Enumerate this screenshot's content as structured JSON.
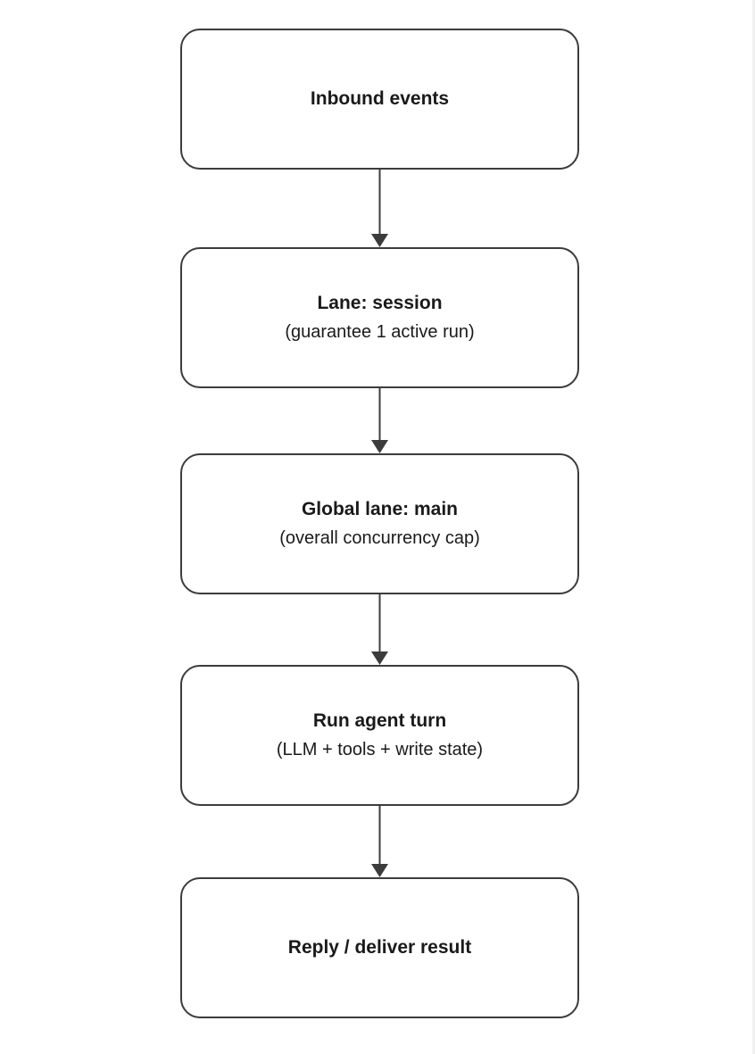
{
  "nodes": [
    {
      "title": "Inbound events",
      "subtitle": ""
    },
    {
      "title": "Lane: session",
      "subtitle": "(guarantee 1 active run)"
    },
    {
      "title": "Global lane: main",
      "subtitle": "(overall concurrency cap)"
    },
    {
      "title": "Run agent turn",
      "subtitle": "(LLM + tools + write state)"
    },
    {
      "title": "Reply / deliver result",
      "subtitle": ""
    }
  ],
  "edges": [
    {
      "from": "Inbound events",
      "to": "Lane: session"
    },
    {
      "from": "Lane: session",
      "to": "Global lane: main"
    },
    {
      "from": "Global lane: main",
      "to": "Run agent turn"
    },
    {
      "from": "Run agent turn",
      "to": "Reply / deliver result"
    }
  ],
  "colors": {
    "stroke": "#3c3c3c",
    "text": "#1a1a1a",
    "background": "#ffffff"
  }
}
